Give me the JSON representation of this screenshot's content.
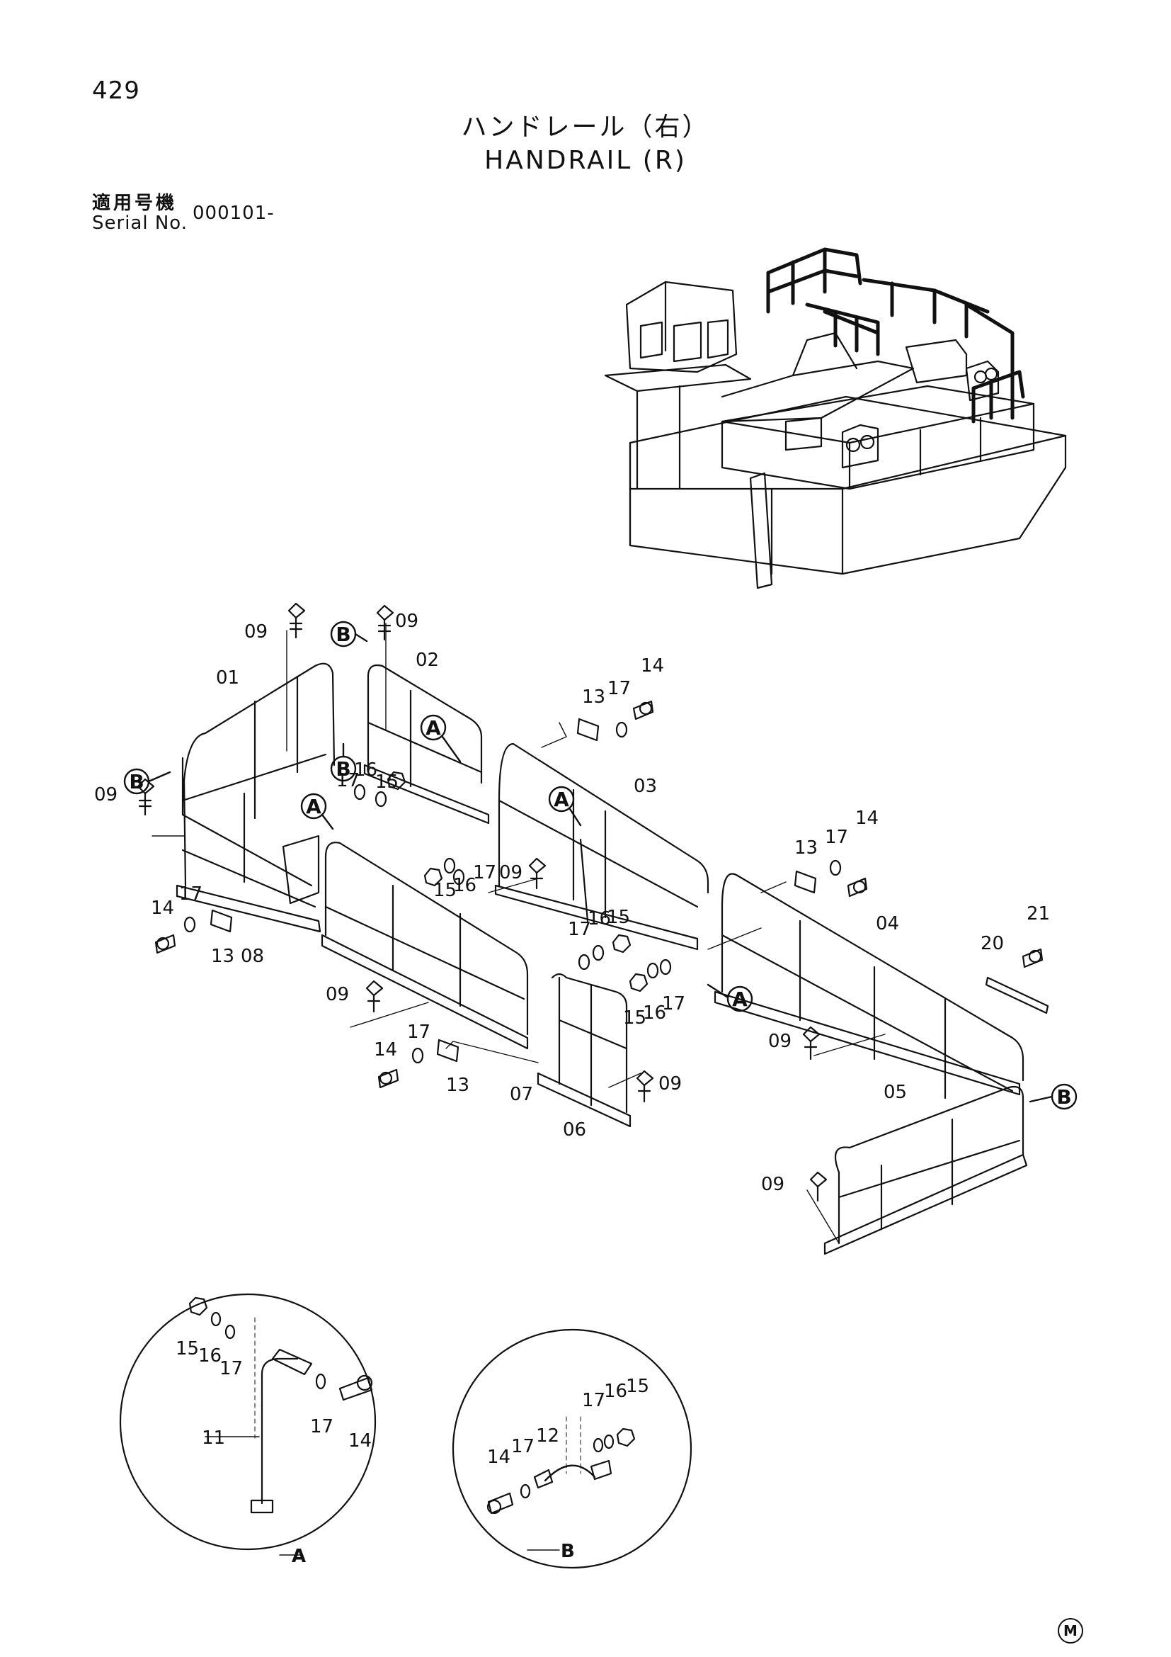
{
  "header": {
    "page_number": "429",
    "title_jp": "ハンドレール（右）",
    "title_en": "HANDRAIL (R)",
    "serial_label_jp": "適用号機",
    "serial_label_en": "Serial No.",
    "serial_value": "000101-"
  },
  "callouts": {
    "a": "A",
    "b": "B"
  },
  "detail_labels": {
    "a": "A",
    "b": "B"
  },
  "parts": {
    "p01": "01",
    "p02": "02",
    "p03": "03",
    "p04": "04",
    "p05": "05",
    "p06": "06",
    "p07": "07",
    "p08": "08",
    "p09": "09",
    "p11": "11",
    "p12": "12",
    "p13": "13",
    "p14": "14",
    "p15": "15",
    "p16": "16",
    "p17": "17",
    "p20": "20",
    "p21": "21"
  },
  "footer": {
    "mark": "M"
  }
}
